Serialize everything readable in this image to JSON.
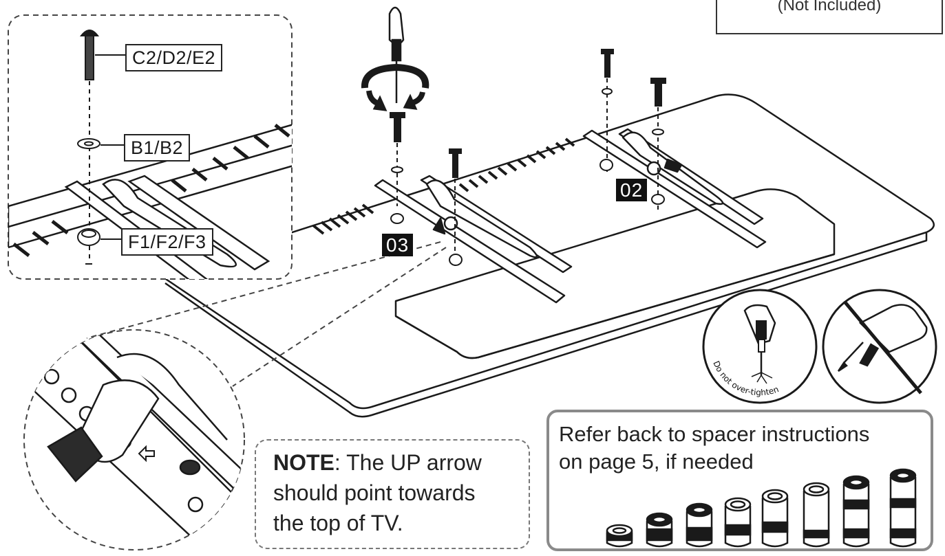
{
  "header_box": {
    "text": "(Not Included)"
  },
  "callouts": {
    "screw": "C2/D2/E2",
    "washer": "B1/B2",
    "spacer": "F1/F2/F3"
  },
  "bracket_labels": {
    "right": "02",
    "left": "03"
  },
  "warning": {
    "text": "Do not over-tighten"
  },
  "note": {
    "label": "NOTE",
    "body_line1": ": The UP arrow",
    "body_line2": "should point towards",
    "body_line3": "the top of TV."
  },
  "spacer_panel": {
    "line1": "Refer back to spacer instructions",
    "line2": "on page 5, if needed"
  },
  "icons": [
    "screwdriver-icon",
    "rotate-arrows-icon",
    "power-drill-icon",
    "prohibited-icon",
    "hand-screwdriver-icon",
    "up-arrow-icon"
  ]
}
